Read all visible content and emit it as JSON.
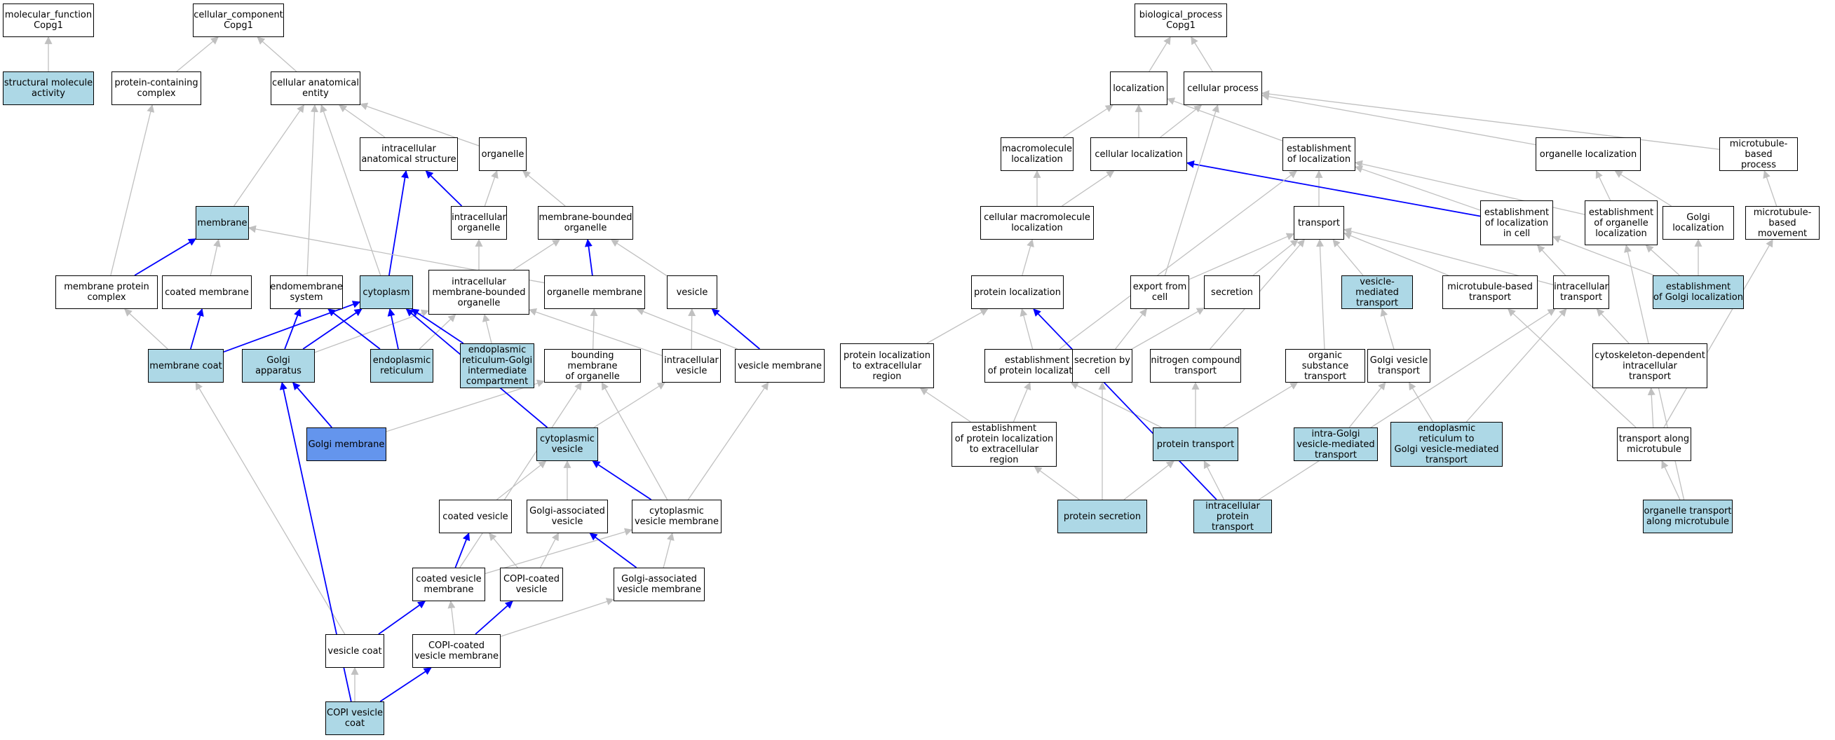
{
  "colors": {
    "highlight": "#add8e6",
    "focus": "#6495ed",
    "edge_grey": "#c0c0c0",
    "edge_blue": "#0000ff"
  },
  "nodes": [
    {
      "id": "mf",
      "label": "molecular_function\nCopg1",
      "style": "plain"
    },
    {
      "id": "cc",
      "label": "cellular_component\nCopg1",
      "style": "plain"
    },
    {
      "id": "bp",
      "label": "biological_process\nCopg1",
      "style": "plain"
    },
    {
      "id": "sma",
      "label": "structural molecule\nactivity",
      "style": "hl"
    },
    {
      "id": "pcc",
      "label": "protein-containing\ncomplex",
      "style": "plain"
    },
    {
      "id": "cae",
      "label": "cellular anatomical\nentity",
      "style": "plain"
    },
    {
      "id": "ias",
      "label": "intracellular\nanatomical structure",
      "style": "plain"
    },
    {
      "id": "org",
      "label": "organelle",
      "style": "plain"
    },
    {
      "id": "mem",
      "label": "membrane",
      "style": "hl"
    },
    {
      "id": "io",
      "label": "intracellular\norganelle",
      "style": "plain"
    },
    {
      "id": "mbo",
      "label": "membrane-bounded\norganelle",
      "style": "plain"
    },
    {
      "id": "mpc",
      "label": "membrane protein\ncomplex",
      "style": "plain"
    },
    {
      "id": "cm",
      "label": "coated membrane",
      "style": "plain"
    },
    {
      "id": "es",
      "label": "endomembrane\nsystem",
      "style": "plain"
    },
    {
      "id": "cyt",
      "label": "cytoplasm",
      "style": "hl"
    },
    {
      "id": "imbo",
      "label": "intracellular\nmembrane-bounded\norganelle",
      "style": "plain"
    },
    {
      "id": "om",
      "label": "organelle membrane",
      "style": "plain"
    },
    {
      "id": "ves",
      "label": "vesicle",
      "style": "plain"
    },
    {
      "id": "mc",
      "label": "membrane coat",
      "style": "hl"
    },
    {
      "id": "ga",
      "label": "Golgi apparatus",
      "style": "hl"
    },
    {
      "id": "er",
      "label": "endoplasmic\nreticulum",
      "style": "hl"
    },
    {
      "id": "ergic",
      "label": "endoplasmic\nreticulum-Golgi\nintermediate\ncompartment",
      "style": "hl"
    },
    {
      "id": "bmo",
      "label": "bounding membrane\nof organelle",
      "style": "plain"
    },
    {
      "id": "iv",
      "label": "intracellular\nvesicle",
      "style": "plain"
    },
    {
      "id": "vm",
      "label": "vesicle membrane",
      "style": "plain"
    },
    {
      "id": "gm",
      "label": "Golgi membrane",
      "style": "focus"
    },
    {
      "id": "cv",
      "label": "cytoplasmic\nvesicle",
      "style": "hl"
    },
    {
      "id": "cov",
      "label": "coated vesicle",
      "style": "plain"
    },
    {
      "id": "gav",
      "label": "Golgi-associated\nvesicle",
      "style": "plain"
    },
    {
      "id": "cvm",
      "label": "cytoplasmic\nvesicle membrane",
      "style": "plain"
    },
    {
      "id": "covm",
      "label": "coated vesicle\nmembrane",
      "style": "plain"
    },
    {
      "id": "copiv",
      "label": "COPI-coated\nvesicle",
      "style": "plain"
    },
    {
      "id": "gavm",
      "label": "Golgi-associated\nvesicle membrane",
      "style": "plain"
    },
    {
      "id": "vc",
      "label": "vesicle coat",
      "style": "plain"
    },
    {
      "id": "copivm",
      "label": "COPI-coated\nvesicle membrane",
      "style": "plain"
    },
    {
      "id": "copivc",
      "label": "COPI vesicle\ncoat",
      "style": "hl"
    },
    {
      "id": "loc",
      "label": "localization",
      "style": "plain"
    },
    {
      "id": "cp",
      "label": "cellular process",
      "style": "plain"
    },
    {
      "id": "mml",
      "label": "macromolecule\nlocalization",
      "style": "plain"
    },
    {
      "id": "cl",
      "label": "cellular localization",
      "style": "plain"
    },
    {
      "id": "eol",
      "label": "establishment\nof localization",
      "style": "plain"
    },
    {
      "id": "ol",
      "label": "organelle localization",
      "style": "plain"
    },
    {
      "id": "mbp",
      "label": "microtubule-based\nprocess",
      "style": "plain"
    },
    {
      "id": "cmml",
      "label": "cellular macromolecule\nlocalization",
      "style": "plain"
    },
    {
      "id": "tr",
      "label": "transport",
      "style": "plain"
    },
    {
      "id": "eolc",
      "label": "establishment\nof localization\nin cell",
      "style": "plain"
    },
    {
      "id": "eool",
      "label": "establishment\nof organelle\nlocalization",
      "style": "plain"
    },
    {
      "id": "gl",
      "label": "Golgi localization",
      "style": "plain"
    },
    {
      "id": "mbm",
      "label": "microtubule-based\nmovement",
      "style": "plain"
    },
    {
      "id": "pl",
      "label": "protein localization",
      "style": "plain"
    },
    {
      "id": "efc",
      "label": "export from\ncell",
      "style": "plain"
    },
    {
      "id": "sec",
      "label": "secretion",
      "style": "plain"
    },
    {
      "id": "vmt",
      "label": "vesicle-mediated\ntransport",
      "style": "hl"
    },
    {
      "id": "mbt",
      "label": "microtubule-based\ntransport",
      "style": "plain"
    },
    {
      "id": "it",
      "label": "intracellular\ntransport",
      "style": "plain"
    },
    {
      "id": "egl",
      "label": "establishment\nof Golgi localization",
      "style": "hl"
    },
    {
      "id": "pler",
      "label": "protein localization\nto extracellular\nregion",
      "style": "plain"
    },
    {
      "id": "epl",
      "label": "establishment\nof protein localization",
      "style": "plain"
    },
    {
      "id": "sbc",
      "label": "secretion by\ncell",
      "style": "plain"
    },
    {
      "id": "nct",
      "label": "nitrogen compound\ntransport",
      "style": "plain"
    },
    {
      "id": "ost",
      "label": "organic substance\ntransport",
      "style": "plain"
    },
    {
      "id": "gvt",
      "label": "Golgi vesicle\ntransport",
      "style": "plain"
    },
    {
      "id": "cdit",
      "label": "cytoskeleton-dependent\nintracellular\ntransport",
      "style": "plain"
    },
    {
      "id": "epler",
      "label": "establishment\nof protein localization\nto extracellular\nregion",
      "style": "plain"
    },
    {
      "id": "pt",
      "label": "protein transport",
      "style": "hl"
    },
    {
      "id": "igvt",
      "label": "intra-Golgi\nvesicle-mediated\ntransport",
      "style": "hl"
    },
    {
      "id": "ertg",
      "label": "endoplasmic\nreticulum to\nGolgi vesicle-mediated\ntransport",
      "style": "hl"
    },
    {
      "id": "tam",
      "label": "transport along\nmicrotubule",
      "style": "plain"
    },
    {
      "id": "ps",
      "label": "protein secretion",
      "style": "hl"
    },
    {
      "id": "ipt",
      "label": "intracellular\nprotein transport",
      "style": "hl"
    },
    {
      "id": "otam",
      "label": "organelle transport\nalong microtubule",
      "style": "hl"
    }
  ],
  "edges": [
    {
      "from": "sma",
      "to": "mf",
      "kind": "is_a"
    },
    {
      "from": "pcc",
      "to": "cc",
      "kind": "is_a"
    },
    {
      "from": "cae",
      "to": "cc",
      "kind": "is_a"
    },
    {
      "from": "mpc",
      "to": "pcc",
      "kind": "is_a"
    },
    {
      "from": "ias",
      "to": "cae",
      "kind": "is_a"
    },
    {
      "from": "org",
      "to": "cae",
      "kind": "is_a"
    },
    {
      "from": "mem",
      "to": "cae",
      "kind": "is_a"
    },
    {
      "from": "es",
      "to": "cae",
      "kind": "is_a"
    },
    {
      "from": "cyt",
      "to": "cae",
      "kind": "is_a"
    },
    {
      "from": "cyt",
      "to": "ias",
      "kind": "part_of"
    },
    {
      "from": "io",
      "to": "ias",
      "kind": "part_of"
    },
    {
      "from": "io",
      "to": "org",
      "kind": "is_a"
    },
    {
      "from": "mbo",
      "to": "org",
      "kind": "is_a"
    },
    {
      "from": "mpc",
      "to": "mem",
      "kind": "part_of"
    },
    {
      "from": "cm",
      "to": "mem",
      "kind": "is_a"
    },
    {
      "from": "om",
      "to": "mem",
      "kind": "is_a"
    },
    {
      "from": "imbo",
      "to": "io",
      "kind": "is_a"
    },
    {
      "from": "imbo",
      "to": "mbo",
      "kind": "is_a"
    },
    {
      "from": "om",
      "to": "mbo",
      "kind": "part_of"
    },
    {
      "from": "ves",
      "to": "mbo",
      "kind": "is_a"
    },
    {
      "from": "mc",
      "to": "mpc",
      "kind": "is_a"
    },
    {
      "from": "mc",
      "to": "cm",
      "kind": "part_of"
    },
    {
      "from": "mc",
      "to": "cyt",
      "kind": "part_of"
    },
    {
      "from": "ga",
      "to": "es",
      "kind": "part_of"
    },
    {
      "from": "ga",
      "to": "cyt",
      "kind": "part_of"
    },
    {
      "from": "ga",
      "to": "imbo",
      "kind": "is_a"
    },
    {
      "from": "er",
      "to": "es",
      "kind": "part_of"
    },
    {
      "from": "er",
      "to": "cyt",
      "kind": "part_of"
    },
    {
      "from": "er",
      "to": "imbo",
      "kind": "is_a"
    },
    {
      "from": "ergic",
      "to": "cyt",
      "kind": "part_of"
    },
    {
      "from": "ergic",
      "to": "imbo",
      "kind": "is_a"
    },
    {
      "from": "bmo",
      "to": "om",
      "kind": "is_a"
    },
    {
      "from": "iv",
      "to": "ves",
      "kind": "is_a"
    },
    {
      "from": "iv",
      "to": "imbo",
      "kind": "is_a"
    },
    {
      "from": "vm",
      "to": "ves",
      "kind": "part_of"
    },
    {
      "from": "vm",
      "to": "om",
      "kind": "is_a"
    },
    {
      "from": "gm",
      "to": "ga",
      "kind": "part_of"
    },
    {
      "from": "gm",
      "to": "bmo",
      "kind": "is_a"
    },
    {
      "from": "cv",
      "to": "cyt",
      "kind": "part_of"
    },
    {
      "from": "cv",
      "to": "iv",
      "kind": "is_a"
    },
    {
      "from": "cov",
      "to": "cv",
      "kind": "is_a"
    },
    {
      "from": "gav",
      "to": "cv",
      "kind": "is_a"
    },
    {
      "from": "cvm",
      "to": "cv",
      "kind": "part_of"
    },
    {
      "from": "cvm",
      "to": "vm",
      "kind": "is_a"
    },
    {
      "from": "cvm",
      "to": "bmo",
      "kind": "is_a"
    },
    {
      "from": "covm",
      "to": "cov",
      "kind": "part_of"
    },
    {
      "from": "covm",
      "to": "cvm",
      "kind": "is_a"
    },
    {
      "from": "covm",
      "to": "bmo",
      "kind": "is_a"
    },
    {
      "from": "copiv",
      "to": "cov",
      "kind": "is_a"
    },
    {
      "from": "copiv",
      "to": "gav",
      "kind": "is_a"
    },
    {
      "from": "gavm",
      "to": "gav",
      "kind": "part_of"
    },
    {
      "from": "gavm",
      "to": "cvm",
      "kind": "is_a"
    },
    {
      "from": "vc",
      "to": "mc",
      "kind": "is_a"
    },
    {
      "from": "vc",
      "to": "covm",
      "kind": "part_of"
    },
    {
      "from": "copivm",
      "to": "covm",
      "kind": "is_a"
    },
    {
      "from": "copivm",
      "to": "copiv",
      "kind": "part_of"
    },
    {
      "from": "copivm",
      "to": "gavm",
      "kind": "is_a"
    },
    {
      "from": "copivc",
      "to": "vc",
      "kind": "is_a"
    },
    {
      "from": "copivc",
      "to": "copivm",
      "kind": "part_of"
    },
    {
      "from": "copivc",
      "to": "ga",
      "kind": "part_of"
    },
    {
      "from": "loc",
      "to": "bp",
      "kind": "is_a"
    },
    {
      "from": "cp",
      "to": "bp",
      "kind": "is_a"
    },
    {
      "from": "mml",
      "to": "loc",
      "kind": "is_a"
    },
    {
      "from": "cl",
      "to": "loc",
      "kind": "is_a"
    },
    {
      "from": "cl",
      "to": "cp",
      "kind": "is_a"
    },
    {
      "from": "eol",
      "to": "loc",
      "kind": "is_a"
    },
    {
      "from": "ol",
      "to": "cp",
      "kind": "is_a"
    },
    {
      "from": "mbp",
      "to": "cp",
      "kind": "is_a"
    },
    {
      "from": "cmml",
      "to": "mml",
      "kind": "is_a"
    },
    {
      "from": "cmml",
      "to": "cl",
      "kind": "is_a"
    },
    {
      "from": "tr",
      "to": "eol",
      "kind": "is_a"
    },
    {
      "from": "eolc",
      "to": "cl",
      "kind": "part_of"
    },
    {
      "from": "eolc",
      "to": "eol",
      "kind": "is_a"
    },
    {
      "from": "eool",
      "to": "ol",
      "kind": "is_a"
    },
    {
      "from": "eool",
      "to": "eol",
      "kind": "is_a"
    },
    {
      "from": "gl",
      "to": "ol",
      "kind": "is_a"
    },
    {
      "from": "mbm",
      "to": "mbp",
      "kind": "is_a"
    },
    {
      "from": "pl",
      "to": "cmml",
      "kind": "is_a"
    },
    {
      "from": "efc",
      "to": "tr",
      "kind": "is_a"
    },
    {
      "from": "efc",
      "to": "cp",
      "kind": "is_a"
    },
    {
      "from": "sec",
      "to": "tr",
      "kind": "is_a"
    },
    {
      "from": "vmt",
      "to": "tr",
      "kind": "is_a"
    },
    {
      "from": "mbt",
      "to": "tr",
      "kind": "is_a"
    },
    {
      "from": "it",
      "to": "tr",
      "kind": "is_a"
    },
    {
      "from": "it",
      "to": "eolc",
      "kind": "is_a"
    },
    {
      "from": "egl",
      "to": "eolc",
      "kind": "is_a"
    },
    {
      "from": "egl",
      "to": "eool",
      "kind": "is_a"
    },
    {
      "from": "egl",
      "to": "gl",
      "kind": "is_a"
    },
    {
      "from": "pler",
      "to": "pl",
      "kind": "is_a"
    },
    {
      "from": "epl",
      "to": "pl",
      "kind": "is_a"
    },
    {
      "from": "epl",
      "to": "eol",
      "kind": "is_a"
    },
    {
      "from": "sbc",
      "to": "efc",
      "kind": "is_a"
    },
    {
      "from": "sbc",
      "to": "sec",
      "kind": "is_a"
    },
    {
      "from": "nct",
      "to": "tr",
      "kind": "is_a"
    },
    {
      "from": "ost",
      "to": "tr",
      "kind": "is_a"
    },
    {
      "from": "gvt",
      "to": "vmt",
      "kind": "is_a"
    },
    {
      "from": "cdit",
      "to": "it",
      "kind": "is_a"
    },
    {
      "from": "epler",
      "to": "pler",
      "kind": "is_a"
    },
    {
      "from": "epler",
      "to": "epl",
      "kind": "is_a"
    },
    {
      "from": "pt",
      "to": "epl",
      "kind": "is_a"
    },
    {
      "from": "pt",
      "to": "nct",
      "kind": "is_a"
    },
    {
      "from": "pt",
      "to": "ost",
      "kind": "is_a"
    },
    {
      "from": "igvt",
      "to": "gvt",
      "kind": "is_a"
    },
    {
      "from": "ertg",
      "to": "gvt",
      "kind": "is_a"
    },
    {
      "from": "ertg",
      "to": "it",
      "kind": "is_a"
    },
    {
      "from": "tam",
      "to": "mbt",
      "kind": "is_a"
    },
    {
      "from": "tam",
      "to": "cdit",
      "kind": "is_a"
    },
    {
      "from": "tam",
      "to": "mbm",
      "kind": "is_a"
    },
    {
      "from": "ps",
      "to": "epler",
      "kind": "is_a"
    },
    {
      "from": "ps",
      "to": "sbc",
      "kind": "is_a"
    },
    {
      "from": "ps",
      "to": "pt",
      "kind": "is_a"
    },
    {
      "from": "ipt",
      "to": "pt",
      "kind": "is_a"
    },
    {
      "from": "ipt",
      "to": "it",
      "kind": "is_a"
    },
    {
      "from": "ipt",
      "to": "pl",
      "kind": "part_of"
    },
    {
      "from": "otam",
      "to": "tam",
      "kind": "is_a"
    },
    {
      "from": "otam",
      "to": "eool",
      "kind": "is_a"
    }
  ]
}
